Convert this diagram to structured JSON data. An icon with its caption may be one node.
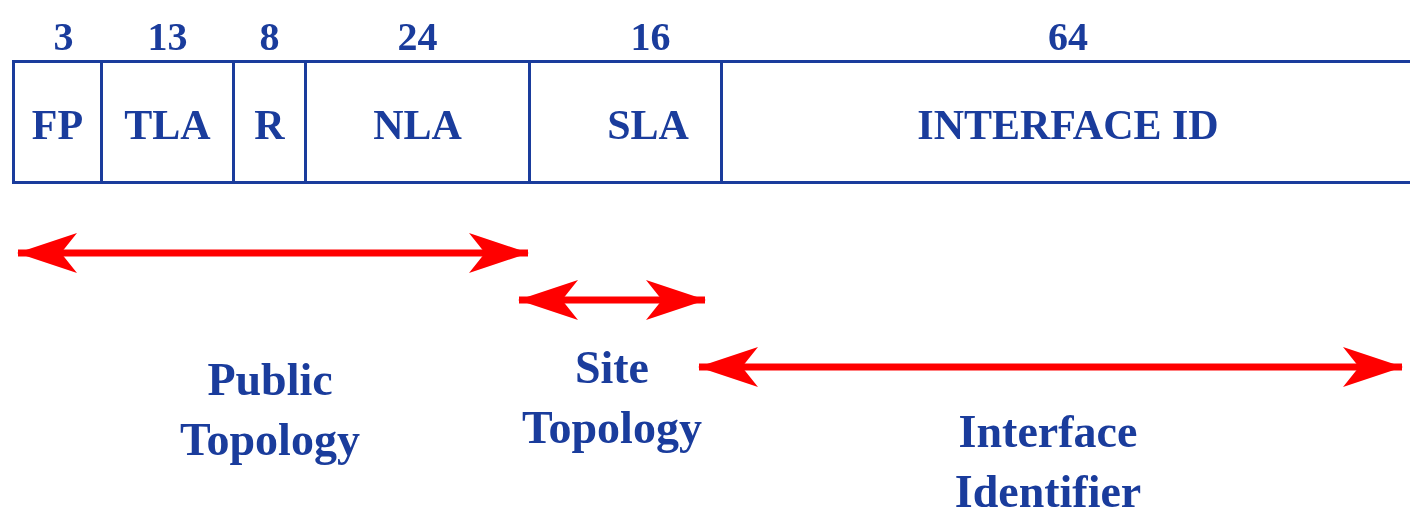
{
  "diagram": {
    "nodes": [
      {
        "text": [
          "FP"
        ],
        "beside": [
          "3"
        ]
      },
      {
        "text": [
          "TLA"
        ],
        "beside": [
          "13"
        ]
      },
      {
        "text": [
          "R"
        ],
        "beside": [
          "8"
        ]
      },
      {
        "text": [
          "NLA"
        ],
        "beside": [
          "24"
        ]
      },
      {
        "text": [
          "SLA"
        ],
        "beside": [
          "16"
        ]
      },
      {
        "text": [
          "INTERFACE ID"
        ],
        "beside": [
          "64"
        ]
      }
    ],
    "edges": [],
    "labels": [
      "Public Topology",
      "Site Topology",
      "Interface Identifier"
    ]
  }
}
